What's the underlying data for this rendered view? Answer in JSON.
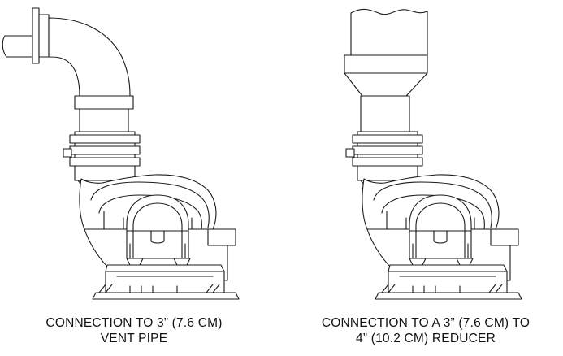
{
  "figures": [
    {
      "id": "vent-pipe",
      "caption_line1": "CONNECTION TO 3” (7.6 CM)",
      "caption_line2": "VENT PIPE"
    },
    {
      "id": "reducer",
      "caption_line1": "CONNECTION TO A 3” (7.6 CM) TO",
      "caption_line2": "4” (10.2 CM) REDUCER"
    }
  ]
}
